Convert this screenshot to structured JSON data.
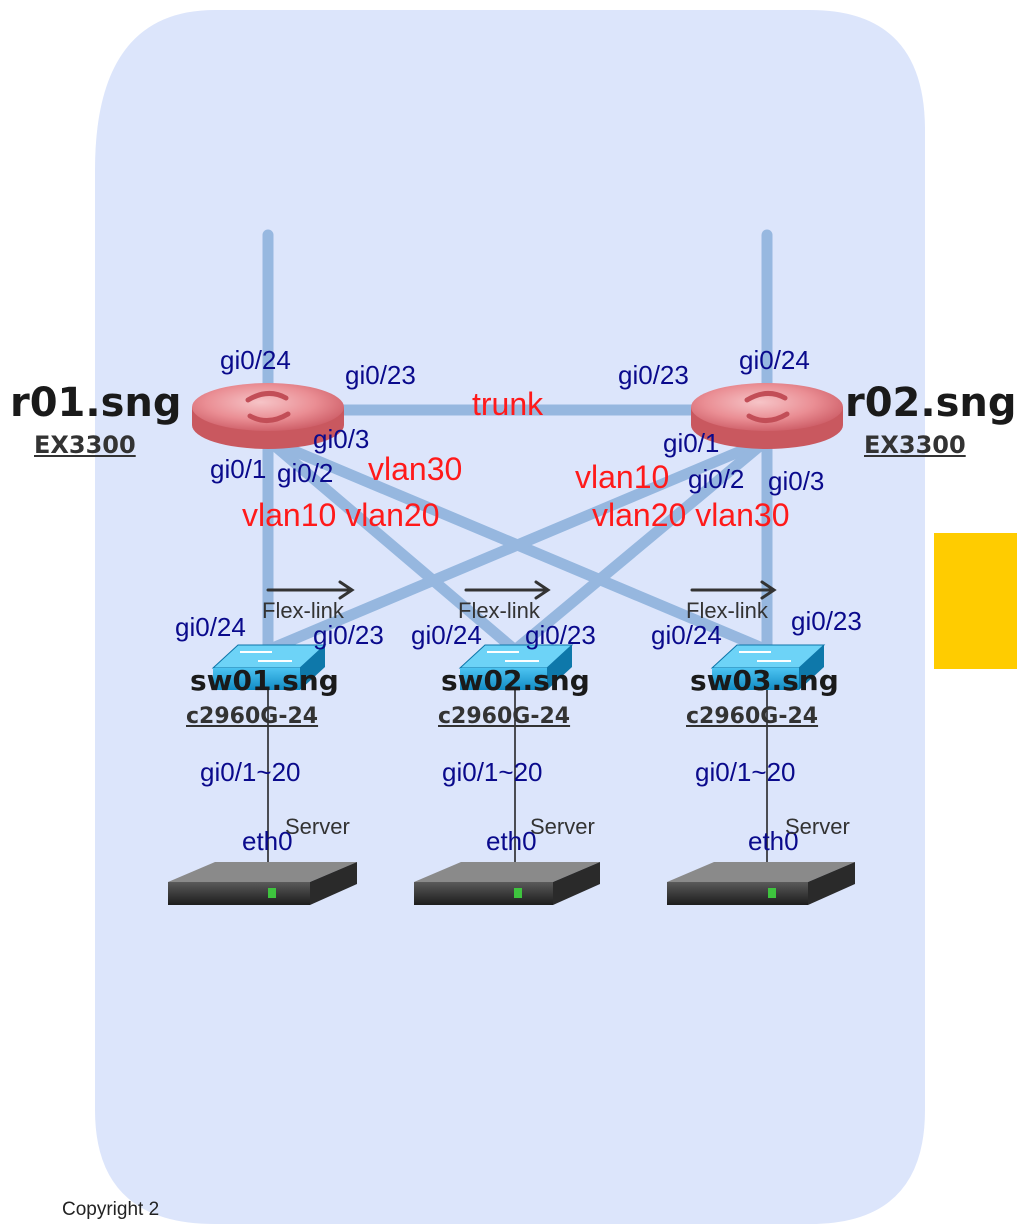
{
  "routers": [
    {
      "name": "r01.sng",
      "model": "EX3300",
      "ports": {
        "up": "gi0/24",
        "trunk": "gi0/23",
        "p1": "gi0/1",
        "p2": "gi0/2",
        "p3": "gi0/3"
      },
      "vlans": {
        "a": "vlan30",
        "b": "vlan10 vlan20"
      }
    },
    {
      "name": "r02.sng",
      "model": "EX3300",
      "ports": {
        "up": "gi0/24",
        "trunk": "gi0/23",
        "p1": "gi0/1",
        "p2": "gi0/2",
        "p3": "gi0/3"
      },
      "vlans": {
        "a": "vlan10",
        "b": "vlan20 vlan30"
      }
    }
  ],
  "trunk_label": "trunk",
  "switches": [
    {
      "name": "sw01.sng",
      "model": "c2960G-24",
      "port_a": "gi0/24",
      "port_b": "gi0/23",
      "flex": "Flex-link",
      "server_ports": "gi0/1~20"
    },
    {
      "name": "sw02.sng",
      "model": "c2960G-24",
      "port_a": "gi0/24",
      "port_b": "gi0/23",
      "flex": "Flex-link",
      "server_ports": "gi0/1~20"
    },
    {
      "name": "sw03.sng",
      "model": "c2960G-24",
      "port_a": "gi0/24",
      "port_b": "gi0/23",
      "flex": "Flex-link",
      "server_ports": "gi0/1~20"
    }
  ],
  "servers": [
    {
      "iface": "eth0",
      "label": "Server"
    },
    {
      "iface": "eth0",
      "label": "Server"
    },
    {
      "iface": "eth0",
      "label": "Server"
    }
  ],
  "copyright": "Copyright 2",
  "colors": {
    "panel": "#dce5fb",
    "link": "#8fb3dd",
    "router": "#e98f95",
    "switch": "#1ea0d8",
    "accent_box": "#ffcc00",
    "port_text": "#0a0a8c",
    "vlan_text": "#ff1a1a"
  }
}
